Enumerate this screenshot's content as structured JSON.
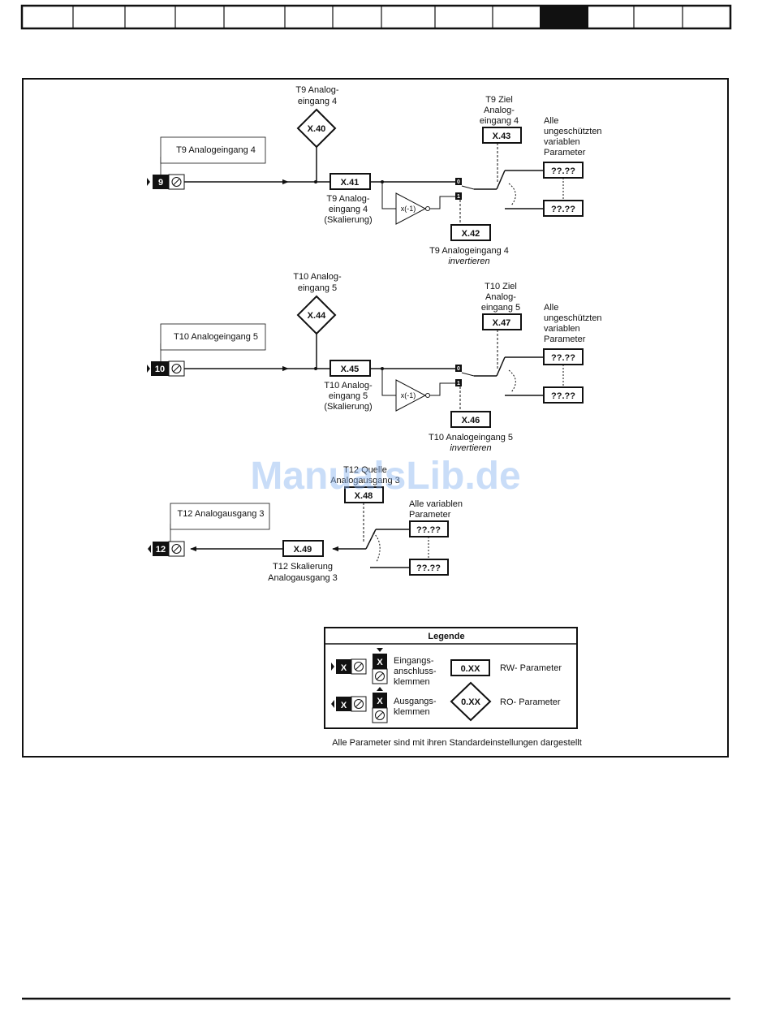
{
  "watermark": "ManualsLib.de",
  "inverter_label": "x(-1)",
  "switch_labels": [
    "0",
    "1"
  ],
  "sections": [
    {
      "terminal_number": "9",
      "terminal_label": "T9 Analogeingang 4",
      "mode_param": "X.40",
      "mode_label": [
        "T9 Analog-",
        "eingang 4"
      ],
      "scaling_param": "X.41",
      "scaling_label": [
        "T9 Analog-",
        "eingang 4",
        "(Skalierung)"
      ],
      "invert_param": "X.42",
      "invert_label": "T9 Analogeingang 4",
      "invert_label_italic": "invertieren",
      "dest_param": "X.43",
      "dest_label": [
        "T9 Ziel",
        "Analog-",
        "eingang 4"
      ],
      "targets_label": [
        "Alle",
        "ungeschützten",
        "variablen",
        "Parameter"
      ],
      "target_params": [
        "??.??",
        "??.??"
      ]
    },
    {
      "terminal_number": "10",
      "terminal_label": "T10 Analogeingang 5",
      "mode_param": "X.44",
      "mode_label": [
        "T10 Analog-",
        "eingang 5"
      ],
      "scaling_param": "X.45",
      "scaling_label": [
        "T10 Analog-",
        "eingang 5",
        "(Skalierung)"
      ],
      "invert_param": "X.46",
      "invert_label": "T10 Analogeingang 5",
      "invert_label_italic": "invertieren",
      "dest_param": "X.47",
      "dest_label": [
        "T10 Ziel",
        "Analog-",
        "eingang 5"
      ],
      "targets_label": [
        "Alle",
        "ungeschützten",
        "variablen",
        "Parameter"
      ],
      "target_params": [
        "??.??",
        "??.??"
      ]
    }
  ],
  "output": {
    "terminal_number": "12",
    "terminal_label": "T12 Analogausgang 3",
    "source_param": "X.48",
    "source_label": [
      "T12 Quelle",
      "Analogausgang 3"
    ],
    "scaling_param": "X.49",
    "scaling_label": [
      "T12 Skalierung",
      "Analogausgang 3"
    ],
    "sources_label": [
      "Alle variablen",
      "Parameter"
    ],
    "source_params": [
      "??.??",
      "??.??"
    ]
  },
  "legend": {
    "title": "Legende",
    "terminal_symbol": "X",
    "input_label": [
      "Eingangs-",
      "anschluss-",
      "klemmen"
    ],
    "output_label": [
      "Ausgangs-",
      "klemmen"
    ],
    "rw_symbol": "0.XX",
    "rw_label": "RW- Parameter",
    "ro_symbol": "0.XX",
    "ro_label": "RO- Parameter"
  },
  "footnote": "Alle Parameter sind mit ihren Standardeinstellungen dargestellt"
}
